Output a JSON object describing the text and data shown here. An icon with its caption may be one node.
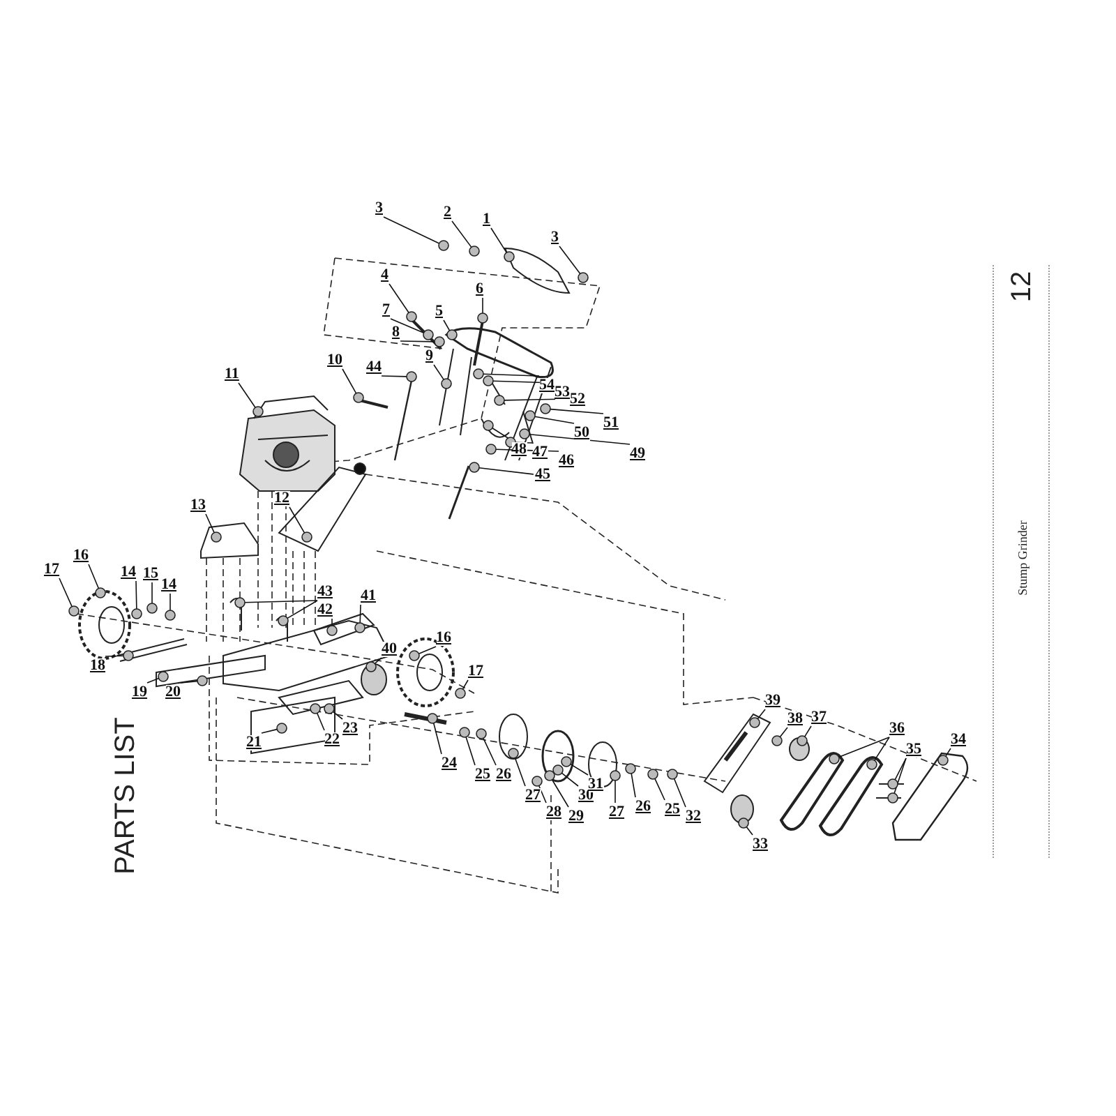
{
  "diagram": {
    "nodes": [
      {
        "text": [
          "3"
        ]
      },
      {
        "text": [
          "2"
        ]
      },
      {
        "text": [
          "1"
        ]
      },
      {
        "text": [
          "3"
        ]
      },
      {
        "text": [
          "4"
        ]
      },
      {
        "text": [
          "6"
        ]
      },
      {
        "text": [
          "7"
        ]
      },
      {
        "text": [
          "5"
        ]
      },
      {
        "text": [
          "8"
        ]
      },
      {
        "text": [
          "10"
        ]
      },
      {
        "text": [
          "44"
        ]
      },
      {
        "text": [
          "9"
        ]
      },
      {
        "text": [
          "54"
        ]
      },
      {
        "text": [
          "53"
        ]
      },
      {
        "text": [
          "52"
        ]
      },
      {
        "text": [
          "51"
        ]
      },
      {
        "text": [
          "50"
        ]
      },
      {
        "text": [
          "11"
        ]
      },
      {
        "text": [
          "49"
        ]
      },
      {
        "text": [
          "48"
        ]
      },
      {
        "text": [
          "47"
        ]
      },
      {
        "text": [
          "46"
        ]
      },
      {
        "text": [
          "45"
        ]
      },
      {
        "text": [
          "13"
        ]
      },
      {
        "text": [
          "12"
        ]
      },
      {
        "text": [
          "16"
        ]
      },
      {
        "text": [
          "17"
        ]
      },
      {
        "text": [
          "14"
        ]
      },
      {
        "text": [
          "15"
        ]
      },
      {
        "text": [
          "14"
        ]
      },
      {
        "text": [
          "43"
        ]
      },
      {
        "text": [
          "41"
        ]
      },
      {
        "text": [
          "42"
        ]
      },
      {
        "text": [
          "18"
        ]
      },
      {
        "text": [
          "19"
        ]
      },
      {
        "text": [
          "20"
        ]
      },
      {
        "text": [
          "40"
        ]
      },
      {
        "text": [
          "16"
        ]
      },
      {
        "text": [
          "17"
        ]
      },
      {
        "text": [
          "21"
        ]
      },
      {
        "text": [
          "22"
        ]
      },
      {
        "text": [
          "23"
        ]
      },
      {
        "text": [
          "24"
        ]
      },
      {
        "text": [
          "25"
        ]
      },
      {
        "text": [
          "26"
        ]
      },
      {
        "text": [
          "27"
        ]
      },
      {
        "text": [
          "28"
        ]
      },
      {
        "text": [
          "29"
        ]
      },
      {
        "text": [
          "30"
        ]
      },
      {
        "text": [
          "31"
        ]
      },
      {
        "text": [
          "27"
        ]
      },
      {
        "text": [
          "26"
        ]
      },
      {
        "text": [
          "25"
        ]
      },
      {
        "text": [
          "32"
        ]
      },
      {
        "text": [
          "39"
        ]
      },
      {
        "text": [
          "38"
        ]
      },
      {
        "text": [
          "37"
        ]
      },
      {
        "text": [
          "36"
        ]
      },
      {
        "text": [
          "35"
        ]
      },
      {
        "text": [
          "34"
        ]
      },
      {
        "text": [
          "33"
        ]
      },
      {
        "text": [],
        "shape": "circle"
      },
      {
        "text": [],
        "shape": "circle"
      },
      {
        "text": [],
        "shape": "circle"
      },
      {
        "text": [],
        "shape": "circle"
      },
      {
        "text": [],
        "shape": "circle"
      },
      {
        "text": [],
        "shape": "circle"
      },
      {
        "text": [],
        "shape": "circle"
      },
      {
        "text": [],
        "shape": "circle"
      },
      {
        "text": [],
        "shape": "circle"
      },
      {
        "text": [],
        "shape": "circle"
      },
      {
        "text": [],
        "shape": "circle"
      },
      {
        "text": [],
        "shape": "circle"
      },
      {
        "text": [],
        "shape": "circle"
      },
      {
        "text": [],
        "shape": "circle"
      },
      {
        "text": [],
        "shape": "circle"
      },
      {
        "text": [],
        "shape": "circle"
      },
      {
        "text": [],
        "shape": "circle"
      },
      {
        "text": [],
        "shape": "circle"
      },
      {
        "text": [],
        "shape": "circle"
      },
      {
        "text": [],
        "shape": "circle"
      },
      {
        "text": [],
        "shape": "circle"
      },
      {
        "text": [],
        "shape": "circle"
      },
      {
        "text": [],
        "shape": "circle"
      },
      {
        "text": [],
        "shape": "circle"
      },
      {
        "text": [],
        "shape": "circle"
      },
      {
        "text": [],
        "shape": "circle"
      },
      {
        "text": [],
        "shape": "circle"
      },
      {
        "text": [],
        "shape": "circle"
      },
      {
        "text": [],
        "shape": "circle"
      },
      {
        "text": [],
        "shape": "circle"
      },
      {
        "text": [],
        "shape": "circle"
      },
      {
        "text": [],
        "shape": "circle"
      },
      {
        "text": [],
        "shape": "circle"
      },
      {
        "text": [],
        "shape": "circle"
      },
      {
        "text": [],
        "shape": "circle"
      },
      {
        "text": [],
        "shape": "circle"
      },
      {
        "text": [],
        "shape": "circle"
      },
      {
        "text": [],
        "shape": "circle"
      },
      {
        "text": [],
        "shape": "circle"
      },
      {
        "text": [],
        "shape": "circle"
      },
      {
        "text": [],
        "shape": "circle"
      },
      {
        "text": [],
        "shape": "circle"
      },
      {
        "text": [],
        "shape": "circle"
      },
      {
        "text": [],
        "shape": "circle"
      },
      {
        "text": [],
        "shape": "circle"
      },
      {
        "text": [],
        "shape": "circle"
      },
      {
        "text": [],
        "shape": "circle"
      },
      {
        "text": [],
        "shape": "circle"
      },
      {
        "text": [],
        "shape": "circle"
      },
      {
        "text": [],
        "shape": "circle"
      },
      {
        "text": [],
        "shape": "circle"
      },
      {
        "text": [],
        "shape": "circle"
      },
      {
        "text": [],
        "shape": "circle"
      },
      {
        "text": [],
        "shape": "circle"
      },
      {
        "text": [],
        "shape": "circle"
      },
      {
        "text": [],
        "shape": "circle"
      },
      {
        "text": [],
        "shape": "circle"
      },
      {
        "text": [],
        "shape": "circle"
      },
      {
        "text": [],
        "shape": "circle"
      },
      {
        "text": [],
        "shape": "circle"
      },
      {
        "text": [],
        "shape": "circle"
      },
      {
        "text": [],
        "shape": "circle"
      },
      {
        "text": [],
        "shape": "circle"
      },
      {
        "text": [],
        "shape": "circle"
      }
    ],
    "edges": [
      {
        "from": 0,
        "to": 61,
        "arrow": "none"
      },
      {
        "from": 1,
        "to": 62,
        "arrow": "none"
      },
      {
        "from": 2,
        "to": 63,
        "arrow": "none"
      },
      {
        "from": 3,
        "to": 64,
        "arrow": "none"
      },
      {
        "from": 4,
        "to": 65,
        "arrow": "none"
      },
      {
        "from": 5,
        "to": 66,
        "arrow": "none"
      },
      {
        "from": 6,
        "to": 67,
        "arrow": "none"
      },
      {
        "from": 7,
        "to": 68,
        "arrow": "none"
      },
      {
        "from": 8,
        "to": 69,
        "arrow": "none"
      },
      {
        "from": 9,
        "to": 70,
        "arrow": "none"
      },
      {
        "from": 10,
        "to": 71,
        "arrow": "none"
      },
      {
        "from": 11,
        "to": 72,
        "arrow": "none"
      },
      {
        "from": 12,
        "to": 73,
        "arrow": "none"
      },
      {
        "from": 13,
        "to": 74,
        "arrow": "none"
      },
      {
        "from": 14,
        "to": 75,
        "arrow": "none"
      },
      {
        "from": 15,
        "to": 76,
        "arrow": "none"
      },
      {
        "from": 16,
        "to": 77,
        "arrow": "none"
      },
      {
        "from": 17,
        "to": 78,
        "arrow": "none"
      },
      {
        "from": 18,
        "to": 79,
        "arrow": "none"
      },
      {
        "from": 19,
        "to": 80,
        "arrow": "none"
      },
      {
        "from": 20,
        "to": 81,
        "arrow": "none"
      },
      {
        "from": 21,
        "to": 82,
        "arrow": "none"
      },
      {
        "from": 22,
        "to": 83,
        "arrow": "none"
      },
      {
        "from": 23,
        "to": 84,
        "arrow": "none"
      },
      {
        "from": 24,
        "to": 85,
        "arrow": "none"
      },
      {
        "from": 25,
        "to": 86,
        "arrow": "none"
      },
      {
        "from": 26,
        "to": 87,
        "arrow": "none"
      },
      {
        "from": 27,
        "to": 88,
        "arrow": "none"
      },
      {
        "from": 28,
        "to": 89,
        "arrow": "none"
      },
      {
        "from": 29,
        "to": 90,
        "arrow": "none"
      },
      {
        "from": 30,
        "to": 91,
        "arrow": "none"
      },
      {
        "from": 30,
        "to": 92,
        "arrow": "none"
      },
      {
        "from": 31,
        "to": 93,
        "arrow": "none"
      },
      {
        "from": 32,
        "to": 94,
        "arrow": "none"
      },
      {
        "from": 33,
        "to": 95,
        "arrow": "none"
      },
      {
        "from": 34,
        "to": 96,
        "arrow": "none"
      },
      {
        "from": 35,
        "to": 97,
        "arrow": "none"
      },
      {
        "from": 36,
        "to": 98,
        "arrow": "none"
      },
      {
        "from": 37,
        "to": 99,
        "arrow": "none"
      },
      {
        "from": 38,
        "to": 100,
        "arrow": "none"
      },
      {
        "from": 39,
        "to": 101,
        "arrow": "none"
      },
      {
        "from": 40,
        "to": 102,
        "arrow": "none"
      },
      {
        "from": 41,
        "to": 103,
        "arrow": "none"
      },
      {
        "from": 42,
        "to": 104,
        "arrow": "none"
      },
      {
        "from": 43,
        "to": 105,
        "arrow": "none"
      },
      {
        "from": 44,
        "to": 106,
        "arrow": "none"
      },
      {
        "from": 45,
        "to": 107,
        "arrow": "none"
      },
      {
        "from": 46,
        "to": 108,
        "arrow": "none"
      },
      {
        "from": 47,
        "to": 109,
        "arrow": "none"
      },
      {
        "from": 48,
        "to": 110,
        "arrow": "none"
      },
      {
        "from": 49,
        "to": 111,
        "arrow": "none"
      },
      {
        "from": 50,
        "to": 112,
        "arrow": "none"
      },
      {
        "from": 51,
        "to": 113,
        "arrow": "none"
      },
      {
        "from": 52,
        "to": 114,
        "arrow": "none"
      },
      {
        "from": 53,
        "to": 115,
        "arrow": "none"
      },
      {
        "from": 54,
        "to": 116,
        "arrow": "none"
      },
      {
        "from": 55,
        "to": 117,
        "arrow": "none"
      },
      {
        "from": 56,
        "to": 118,
        "arrow": "none"
      },
      {
        "from": 57,
        "to": 119,
        "arrow": "none"
      },
      {
        "from": 57,
        "to": 120,
        "arrow": "none"
      },
      {
        "from": 58,
        "to": 121,
        "arrow": "none"
      },
      {
        "from": 58,
        "to": 122,
        "arrow": "none"
      },
      {
        "from": 59,
        "to": 123,
        "arrow": "none"
      },
      {
        "from": 60,
        "to": 124,
        "arrow": "none"
      }
    ],
    "labels": [
      "12",
      "Stump Grinder",
      "PARTS LIST"
    ]
  }
}
